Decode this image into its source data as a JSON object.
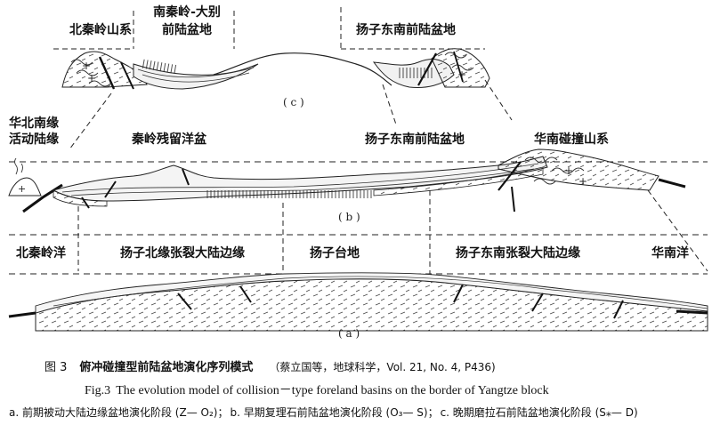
{
  "figure": {
    "panel_c": {
      "id": "( c )",
      "labels": {
        "north_qinling": "北秦岭山系",
        "sqdb_foreland_l1": "南秦岭-大别",
        "sqdb_foreland_l2": "前陆盆地",
        "yangtze_se_foreland": "扬子东南前陆盆地"
      }
    },
    "panel_b": {
      "id": "( b )",
      "labels": {
        "north_china_margin_l1": "华北南缘",
        "north_china_margin_l2": "活动陆缘",
        "qinling_remnant_ocean": "秦岭残留洋盆",
        "yangtze_se_foreland": "扬子东南前陆盆地",
        "south_china_orogen": "华南碰撞山系"
      }
    },
    "panel_a": {
      "id": "( a )",
      "labels": {
        "north_qinling_ocean": "北秦岭洋",
        "yangtze_north_rift": "扬子北缘张裂大陆边缘",
        "yangtze_platform": "扬子台地",
        "yangtze_se_rift": "扬子东南张裂大陆边缘",
        "south_china_ocean": "华南洋"
      }
    }
  },
  "caption": {
    "cn_fignum": "图 3",
    "cn_title": "俯冲碰撞型前陆盆地演化序列模式",
    "cn_cite": "（蔡立国等，地球科学，Vol. 21, No. 4, P436)",
    "en_fignum": "Fig.3",
    "en_title": "The evolution model of collision－type foreland basins on the border of Yangtze block",
    "stage_a": "a. 前期被动大陆边缘盆地演化阶段 (Z— O₂)；",
    "stage_b": "b. 早期复理石前陆盆地演化阶段 (O₃— S)；",
    "stage_c": "c. 晚期磨拉石前陆盆地演化阶段 (S⁎— D)"
  }
}
